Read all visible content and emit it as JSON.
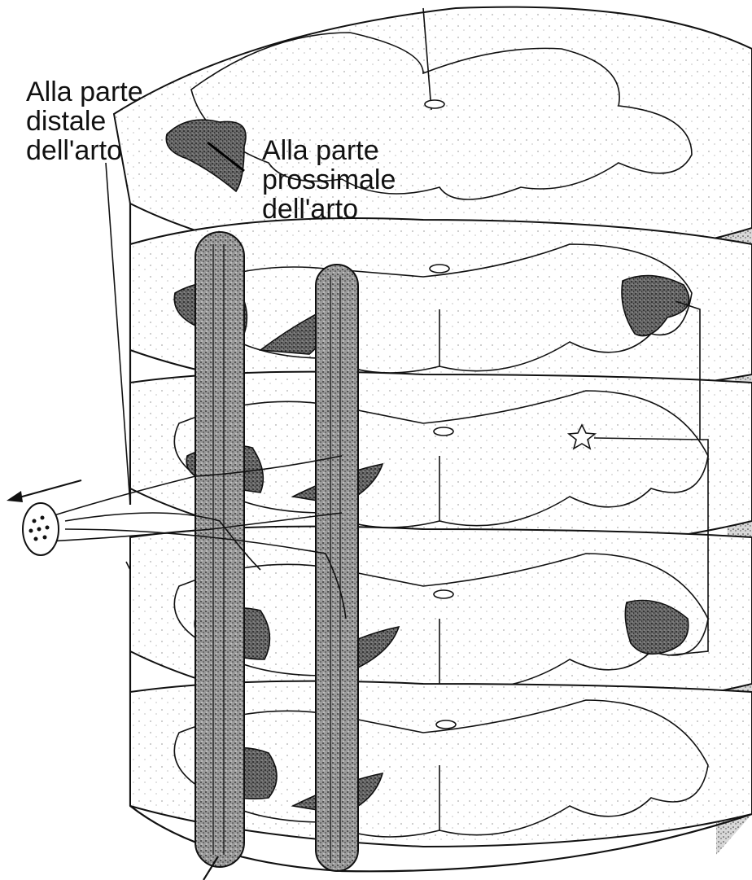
{
  "labels": {
    "distal": [
      "Alla parte",
      "distale",
      "dell'arto"
    ],
    "proximal": [
      "Alla parte",
      "prossimale",
      "dell'arto"
    ]
  },
  "colors": {
    "ink": "#111111",
    "background": "#ffffff",
    "stipple": "#555555"
  },
  "icons": {
    "arrow_left": "arrow-left-icon",
    "nerve_bundle": "nerve-bundle-icon",
    "interneuron": "interneuron-star-icon"
  }
}
